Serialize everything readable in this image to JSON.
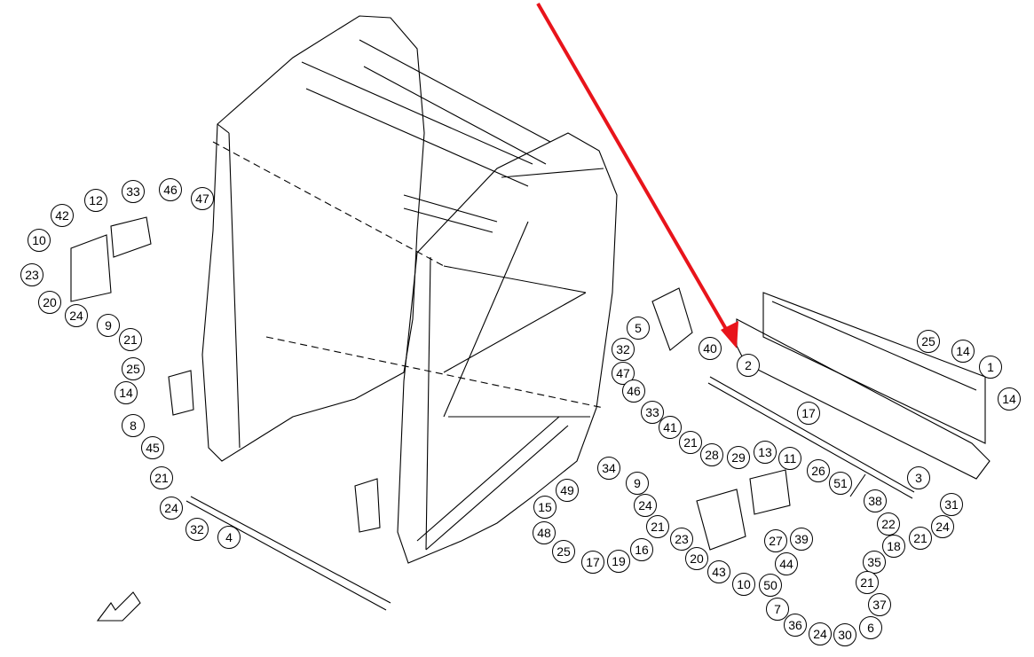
{
  "diagram": {
    "type": "exploded-parts-diagram",
    "highlight_color": "#e8141b",
    "highlighted_part": "2",
    "callouts": [
      "33",
      "46",
      "47",
      "12",
      "42",
      "10",
      "23",
      "20",
      "24",
      "9",
      "21",
      "25",
      "14",
      "8",
      "45",
      "21",
      "24",
      "32",
      "4",
      "5",
      "40",
      "32",
      "47",
      "46",
      "33",
      "41",
      "21",
      "28",
      "29",
      "13",
      "2",
      "17",
      "25",
      "14",
      "1",
      "14",
      "11",
      "26",
      "51",
      "38",
      "3",
      "31",
      "24",
      "21",
      "22",
      "18",
      "34",
      "49",
      "9",
      "15",
      "24",
      "21",
      "48",
      "25",
      "17",
      "19",
      "16",
      "23",
      "20",
      "43",
      "10",
      "27",
      "39",
      "35",
      "44",
      "50",
      "21",
      "37",
      "7",
      "36",
      "24",
      "30",
      "6"
    ]
  }
}
